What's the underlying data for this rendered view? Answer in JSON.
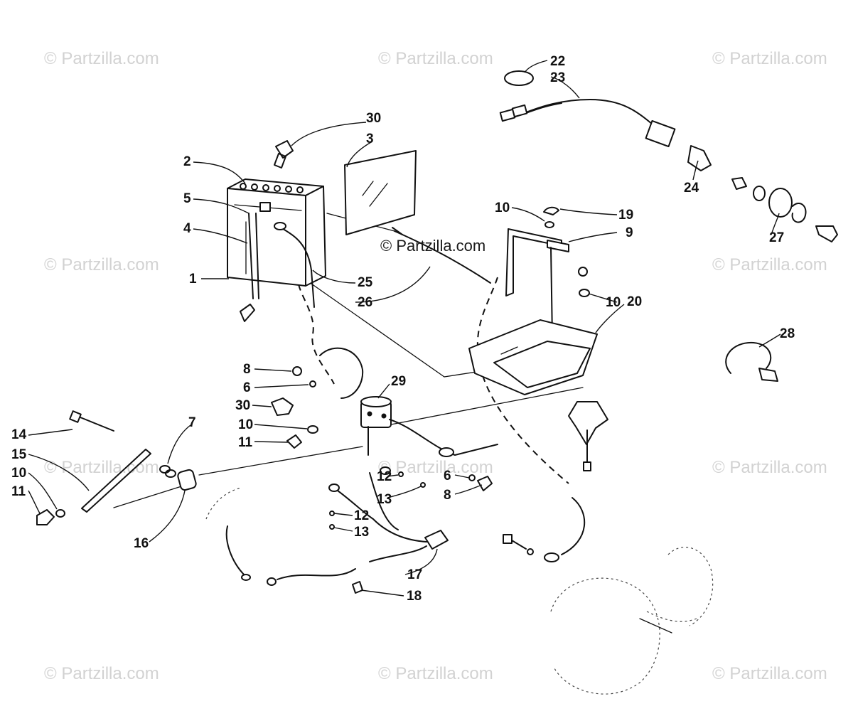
{
  "watermark": {
    "tile_text": "© Partzilla.com",
    "center_text": "© Partzilla.com"
  },
  "callouts": [
    {
      "id": "c30a",
      "text": "30"
    },
    {
      "id": "c2",
      "text": "2"
    },
    {
      "id": "c3",
      "text": "3"
    },
    {
      "id": "c5",
      "text": "5"
    },
    {
      "id": "c4",
      "text": "4"
    },
    {
      "id": "c1",
      "text": "1"
    },
    {
      "id": "c25",
      "text": "25"
    },
    {
      "id": "c26",
      "text": "26"
    },
    {
      "id": "c22",
      "text": "22"
    },
    {
      "id": "c23",
      "text": "23"
    },
    {
      "id": "c24",
      "text": "24"
    },
    {
      "id": "c27",
      "text": "27"
    },
    {
      "id": "c10a",
      "text": "10"
    },
    {
      "id": "c19",
      "text": "19"
    },
    {
      "id": "c9",
      "text": "9"
    },
    {
      "id": "c10b",
      "text": "10"
    },
    {
      "id": "c20",
      "text": "20"
    },
    {
      "id": "c28",
      "text": "28"
    },
    {
      "id": "c8a",
      "text": "8"
    },
    {
      "id": "c6a",
      "text": "6"
    },
    {
      "id": "c29",
      "text": "29"
    },
    {
      "id": "c30b",
      "text": "30"
    },
    {
      "id": "c10c",
      "text": "10"
    },
    {
      "id": "c11a",
      "text": "11"
    },
    {
      "id": "c14",
      "text": "14"
    },
    {
      "id": "c7",
      "text": "7"
    },
    {
      "id": "c15",
      "text": "15"
    },
    {
      "id": "c10d",
      "text": "10"
    },
    {
      "id": "c11b",
      "text": "11"
    },
    {
      "id": "c16",
      "text": "16"
    },
    {
      "id": "c12a",
      "text": "12"
    },
    {
      "id": "c13a",
      "text": "13"
    },
    {
      "id": "c6b",
      "text": "6"
    },
    {
      "id": "c8b",
      "text": "8"
    },
    {
      "id": "c12b",
      "text": "12"
    },
    {
      "id": "c13b",
      "text": "13"
    },
    {
      "id": "c17",
      "text": "17"
    },
    {
      "id": "c18",
      "text": "18"
    }
  ]
}
